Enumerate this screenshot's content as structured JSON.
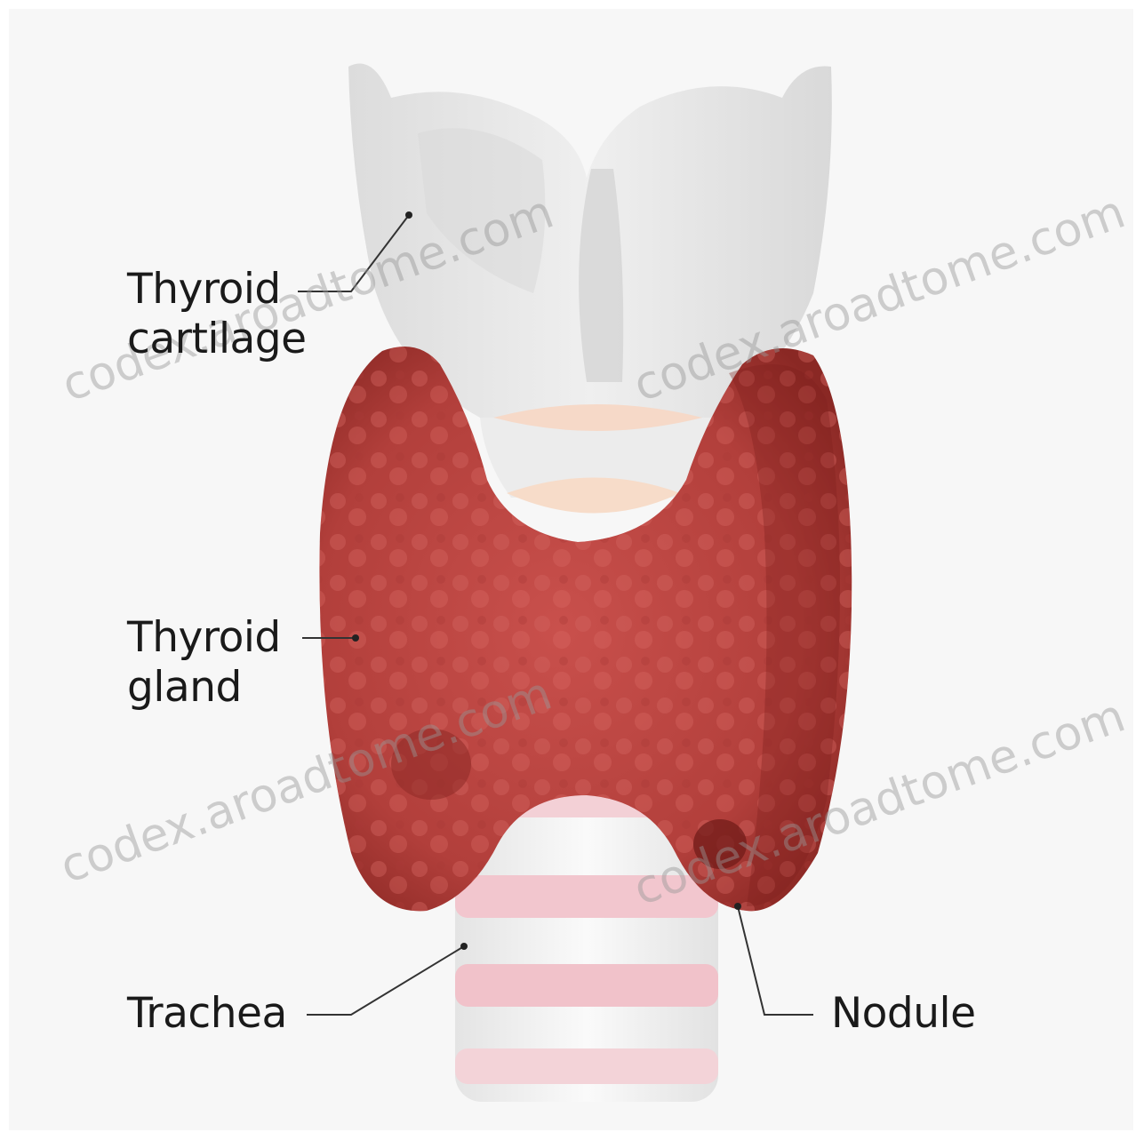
{
  "labels": {
    "thyroid_cartilage": [
      "Thyroid",
      "cartilage"
    ],
    "thyroid_gland": [
      "Thyroid",
      "gland"
    ],
    "trachea": "Trachea",
    "nodule": "Nodule"
  },
  "watermark": "codex.aroadtome.com",
  "colors": {
    "gland": "#b8423f",
    "gland_dark": "#8e2a26",
    "cartilage": "#e6e6e6",
    "trachea_ring": "#f2c9cf",
    "background": "#f7f7f7"
  }
}
